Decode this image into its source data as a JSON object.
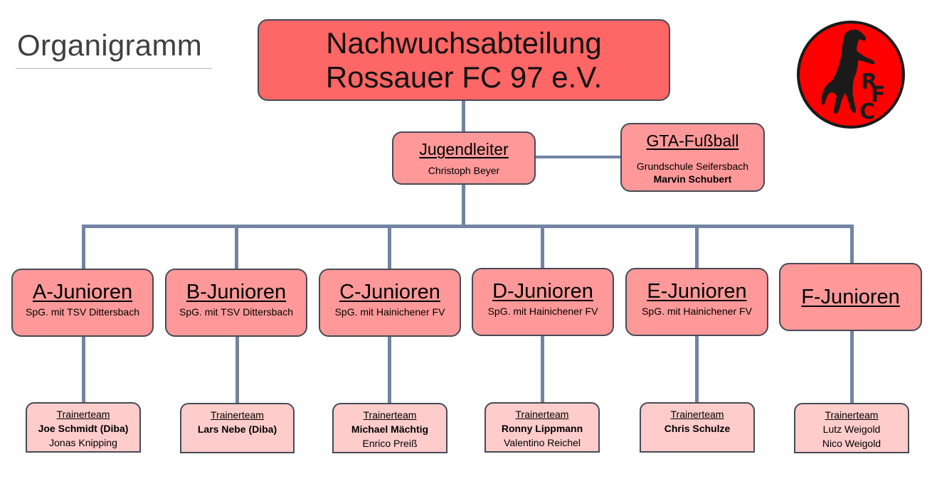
{
  "page": {
    "title": "Organigramm"
  },
  "colors": {
    "root_fill": "#ff6666",
    "box_fill": "#ff9999",
    "trainer_fill": "#ffcccc",
    "border": "#454b55",
    "connector": "#7384a2",
    "logo_red": "#ff0000",
    "logo_black": "#1a1a1a"
  },
  "logo": {
    "icon": "rearing-horse-crest-icon",
    "letters": "RFC"
  },
  "root": {
    "line1": "Nachwuchsabteilung",
    "line2": "Rossauer FC 97 e.V."
  },
  "jugendleiter": {
    "title": "Jugendleiter",
    "name": "Christoph Beyer"
  },
  "gta": {
    "title": "GTA-Fußball",
    "school": "Grundschule Seifersbach",
    "name": "Marvin Schubert"
  },
  "teams": [
    {
      "title": "A-Junioren",
      "sub": "SpG. mit TSV Dittersbach",
      "trainer": {
        "heading": "Trainerteam",
        "lines": [
          {
            "text": "Joe Schmidt (Diba)",
            "bold": true
          },
          {
            "text": "Jonas Knipping",
            "bold": false
          }
        ]
      }
    },
    {
      "title": "B-Junioren",
      "sub": "SpG. mit TSV Dittersbach",
      "trainer": {
        "heading": "Trainerteam",
        "lines": [
          {
            "text": "Lars Nebe (Diba)",
            "bold": true
          }
        ]
      }
    },
    {
      "title": "C-Junioren",
      "sub": "SpG. mit Hainichener FV",
      "trainer": {
        "heading": "Trainerteam",
        "lines": [
          {
            "text": "Michael Mächtig",
            "bold": true
          },
          {
            "text": "Enrico Preiß",
            "bold": false
          }
        ]
      }
    },
    {
      "title": "D-Junioren",
      "sub": "SpG. mit Hainichener FV",
      "trainer": {
        "heading": "Trainerteam",
        "lines": [
          {
            "text": "Ronny Lippmann",
            "bold": true
          },
          {
            "text": "Valentino Reichel",
            "bold": false
          }
        ]
      }
    },
    {
      "title": "E-Junioren",
      "sub": "SpG. mit Hainichener FV",
      "trainer": {
        "heading": "Trainerteam",
        "lines": [
          {
            "text": "Chris Schulze",
            "bold": true
          }
        ]
      }
    },
    {
      "title": "F-Junioren",
      "sub": "",
      "trainer": {
        "heading": "Trainerteam",
        "lines": [
          {
            "text": "Lutz Weigold",
            "bold": false
          },
          {
            "text": "Nico Weigold",
            "bold": false
          }
        ]
      }
    }
  ]
}
